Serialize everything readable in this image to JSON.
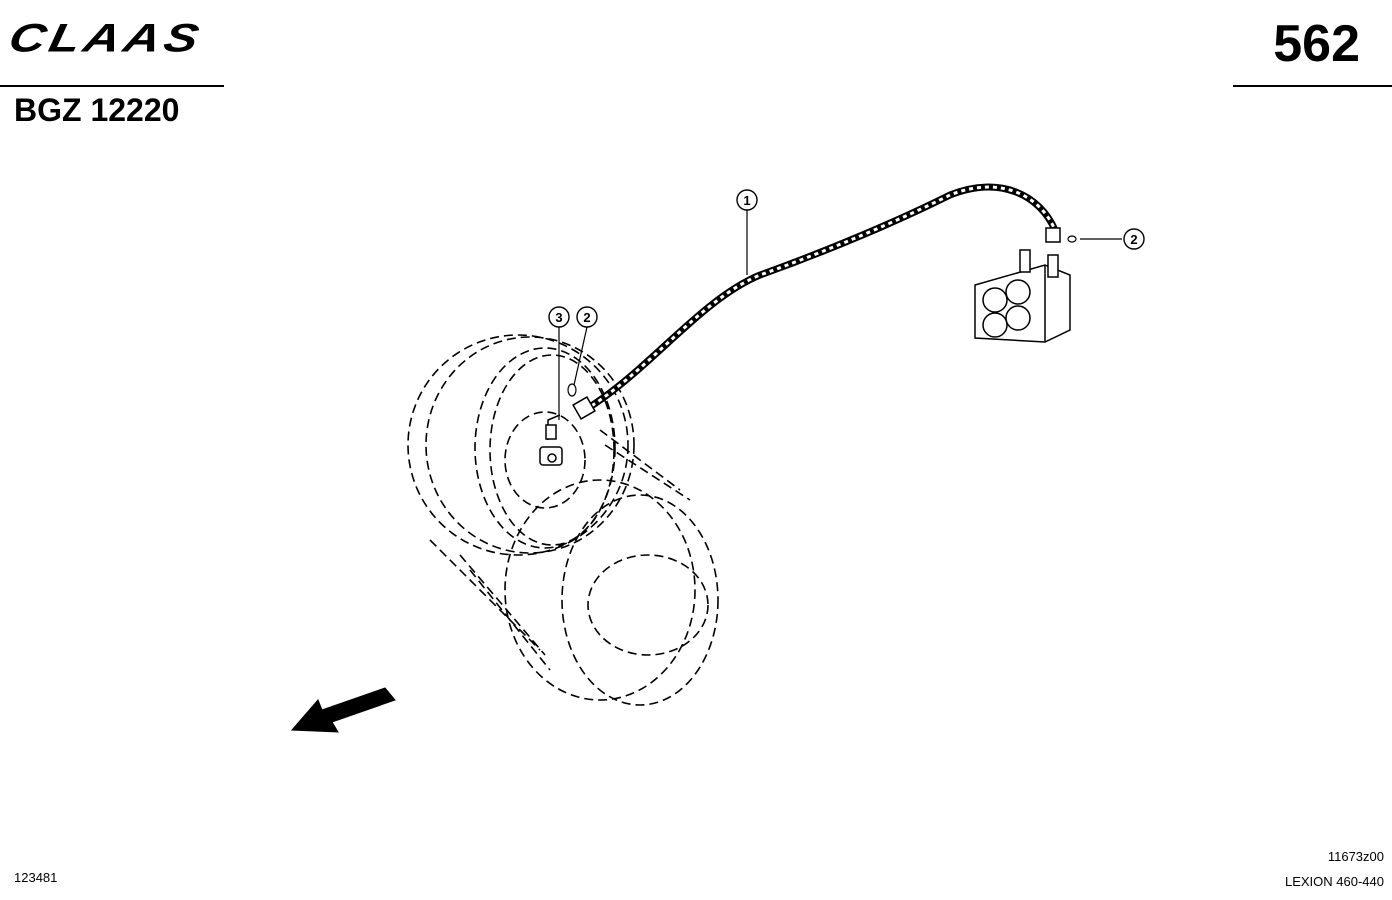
{
  "header": {
    "brand": "CLAAS",
    "page_number": "562",
    "assembly_code": "BGZ 12220"
  },
  "footer": {
    "doc_number": "123481",
    "drawing_code": "11673z00",
    "model": "LEXION 460-440"
  },
  "callouts": [
    {
      "label": "1"
    },
    {
      "label": "2"
    },
    {
      "label": "3"
    },
    {
      "label": "2"
    }
  ]
}
